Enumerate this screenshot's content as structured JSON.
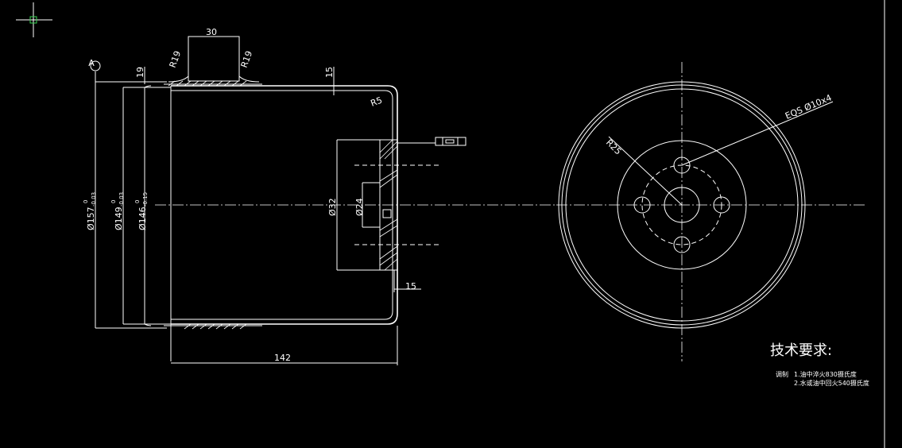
{
  "dimensions": {
    "width_30": "30",
    "r19_left": "R19",
    "r19_right": "R19",
    "dim_19": "19",
    "dim_15_top": "15",
    "r5": "R5",
    "dia_157": "Ø157",
    "dia_157_tol_upper": "0",
    "dia_157_tol_lower": "-0.03",
    "dia_149": "Ø149",
    "dia_149_tol_upper": "0",
    "dia_149_tol_lower": "-0.03",
    "dia_146": "Ø146",
    "dia_146_tol_upper": "0",
    "dia_146_tol_lower": "-0.15",
    "dia_32": "Ø32",
    "dia_24": "Ø24",
    "dim_15_bottom": "15",
    "length_142": "142",
    "r25": "R25",
    "holes": "EQS Ø10x4"
  },
  "datum": {
    "label": "A"
  },
  "tech_requirements": {
    "title": "技术要求:",
    "prefix": "调制",
    "line1": "1.油中淬火830摄氏度",
    "line2": "2.水或油中回火540摄氏度"
  }
}
